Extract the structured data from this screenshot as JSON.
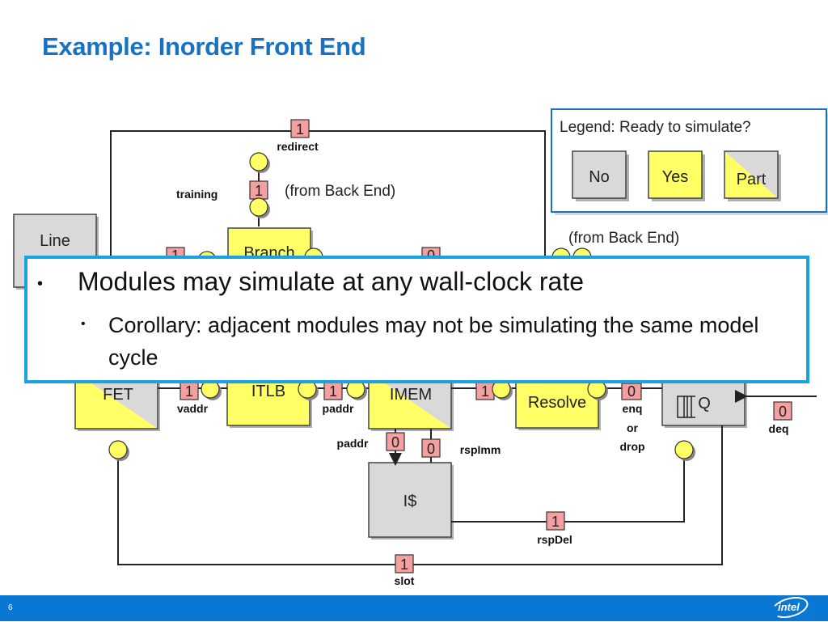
{
  "title": "Example: Inorder Front End",
  "legend": {
    "title": "Legend: Ready to simulate?",
    "no": "No",
    "yes": "Yes",
    "part": "Part",
    "colors": {
      "no": "#d9d9d9",
      "yes": "#ffff66",
      "border": "#1a71c2"
    }
  },
  "modules": {
    "line_top": "Line",
    "branch": "Branch",
    "fet": "FET",
    "itlb": "ITLB",
    "imem": "IMEM",
    "resolve": "Resolve",
    "q": "Q",
    "icache": "I$"
  },
  "badges": {
    "redirect": "1",
    "training": "1",
    "hidden_left": "1",
    "hidden_mid": "0",
    "vaddr": "1",
    "itlb_paddr": "1",
    "imem_right": "1",
    "enq": "0",
    "deq": "0",
    "paddr": "0",
    "rspimm": "0",
    "rspdel": "1",
    "slot": "1"
  },
  "labels": {
    "redirect": "redirect",
    "training": "training",
    "from_back_end_1": "(from Back End)",
    "from_back_end_2": "(from Back End)",
    "vaddr": "vaddr",
    "itlb_paddr": "paddr",
    "enq": "enq",
    "or": "or",
    "drop": "drop",
    "deq": "deq",
    "paddr": "paddr",
    "rspimm": "rspImm",
    "rspdel": "rspDel",
    "slot": "slot"
  },
  "callout": {
    "bullet_char": "•",
    "bullet1": "Modules may simulate at any wall-clock rate",
    "bullet2": "Corollary: adjacent modules may not be simulating the same model cycle"
  },
  "footer": {
    "page_number": "6",
    "logo": "intel",
    "color": "#0a78d2"
  }
}
